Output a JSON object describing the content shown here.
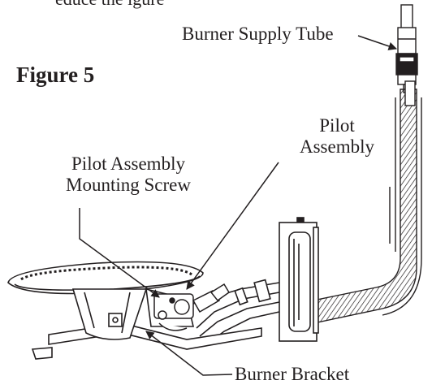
{
  "document": {
    "top_fragment": "educe the igure",
    "figure_title": "Figure 5"
  },
  "labels": {
    "burner_supply_tube": "Burner Supply Tube",
    "pilot_line1": "Pilot",
    "pilot_line2": "Assembly",
    "screw_line1": "Pilot Assembly",
    "screw_line2": "Mounting Screw",
    "burner_bracket": "Burner Bracket"
  },
  "colors": {
    "ink": "#231f20",
    "background": "#ffffff"
  }
}
